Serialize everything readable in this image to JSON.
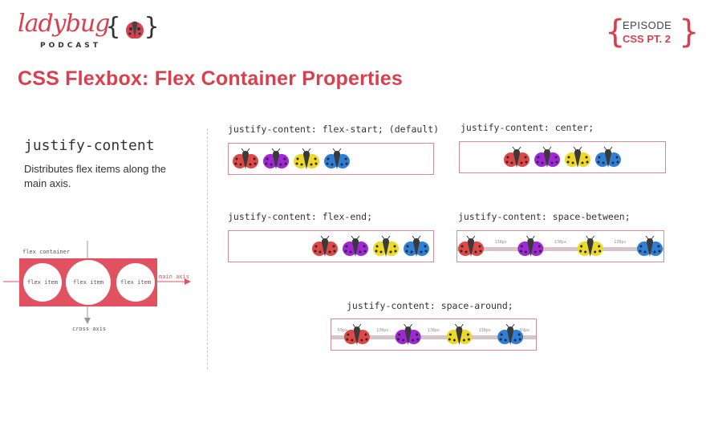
{
  "logo": {
    "word": "ladybug",
    "sub": "PODCAST",
    "brace_open": "{",
    "brace_close": "}"
  },
  "episode": {
    "brace_open": "{",
    "brace_close": "}",
    "line1": "EPISODE",
    "line2": "CSS PT. 2"
  },
  "title": "CSS Flexbox: Flex Container Properties",
  "property": {
    "name": "justify-content",
    "description": "Distributes flex items along the main axis."
  },
  "diagram": {
    "container_label": "flex container",
    "item_labels": [
      "flex item",
      "flex item",
      "flex item"
    ],
    "main_axis_label": "main axis",
    "cross_axis_label": "cross axis"
  },
  "colors": {
    "brand_red": "#d9404e",
    "bug_red": "#e04848",
    "bug_purple": "#a026d8",
    "bug_yellow": "#ecd928",
    "bug_blue": "#2e7fd8",
    "gap_band": "#d8c4c8"
  },
  "demos": [
    {
      "label": "justify-content: flex-start; (default)",
      "mode": "flex-start",
      "gaps": []
    },
    {
      "label": "justify-content: center;",
      "mode": "center",
      "gaps": []
    },
    {
      "label": "justify-content: flex-end;",
      "mode": "flex-end",
      "gaps": []
    },
    {
      "label": "justify-content: space-between;",
      "mode": "space-between",
      "gaps": [
        "138px",
        "138px",
        "138px"
      ]
    },
    {
      "label": "justify-content: space-around;",
      "mode": "space-around",
      "gaps": [
        "69px",
        "138px",
        "138px",
        "138px",
        "69px"
      ]
    }
  ],
  "bug_colors": [
    "bug_red",
    "bug_purple",
    "bug_yellow",
    "bug_blue"
  ]
}
